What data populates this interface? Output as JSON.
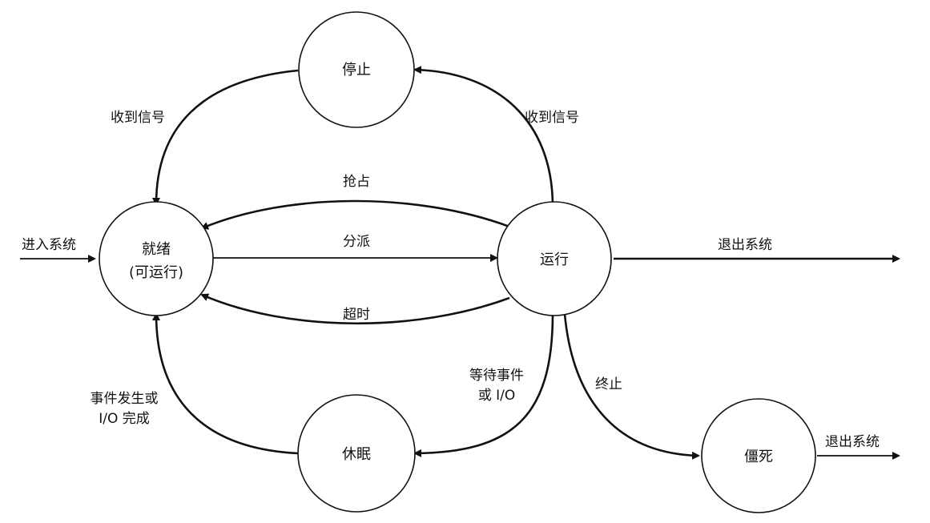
{
  "states": {
    "stopped": "停止",
    "ready_line1": "就绪",
    "ready_line2": "(可运行)",
    "running": "运行",
    "sleeping": "休眠",
    "zombie": "僵死"
  },
  "transitions": {
    "enter_system": "进入系统",
    "signal_left": "收到信号",
    "signal_right": "收到信号",
    "preempt": "抢占",
    "dispatch": "分派",
    "timeout": "超时",
    "exit_system_running": "退出系统",
    "wait_line1": "等待事件",
    "wait_line2": "或 I/O",
    "event_line1": "事件发生或",
    "event_line2": "I/O 完成",
    "terminate": "终止",
    "exit_system_zombie": "退出系统"
  }
}
